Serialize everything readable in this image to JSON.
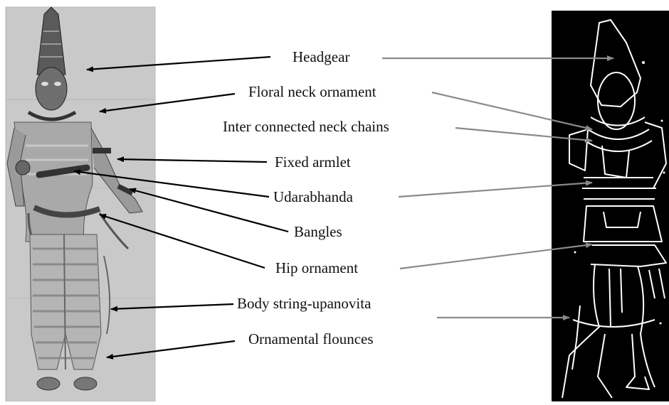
{
  "labels": {
    "headgear": "Headgear",
    "floral_neck_ornament": "Floral neck ornament",
    "inter_connected_neck_chains": "Inter connected neck chains",
    "fixed_armlet": "Fixed armlet",
    "udarabhanda": "Udarabhanda",
    "bangles": "Bangles",
    "hip_ornament": "Hip ornament",
    "body_string": "Body string-upanovita",
    "ornamental_flounces": "Ornamental flounces"
  },
  "colors": {
    "arrow_left": "#000000",
    "arrow_right": "#8a8a8a",
    "painting_bg": "#c9c9c9",
    "trace_bg": "#000000",
    "trace_line": "#ffffff"
  }
}
